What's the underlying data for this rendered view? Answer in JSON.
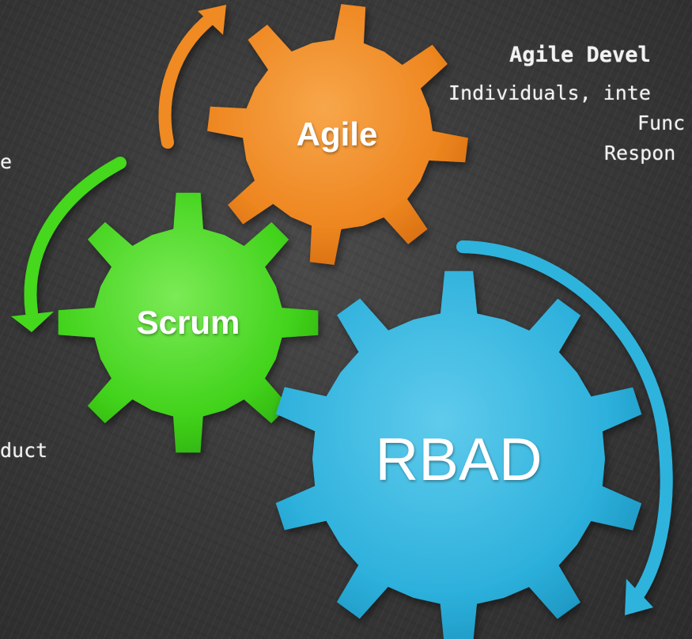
{
  "gears": {
    "agile": {
      "label": "Agile",
      "color": "#F08A22"
    },
    "scrum": {
      "label": "Scrum",
      "color": "#44D81E"
    },
    "rbad": {
      "label": "RBAD",
      "color": "#2EB3DD"
    }
  },
  "arrows": {
    "orange": "#F08A22",
    "green": "#44D81E",
    "blue": "#2EB3DD"
  },
  "notes": {
    "right_title": "Agile Devel",
    "right_line1": "Individuals, inte",
    "right_line2": "Func",
    "right_line3": "Respon",
    "left_fragment1": "e",
    "left_fragment2": "duct"
  }
}
